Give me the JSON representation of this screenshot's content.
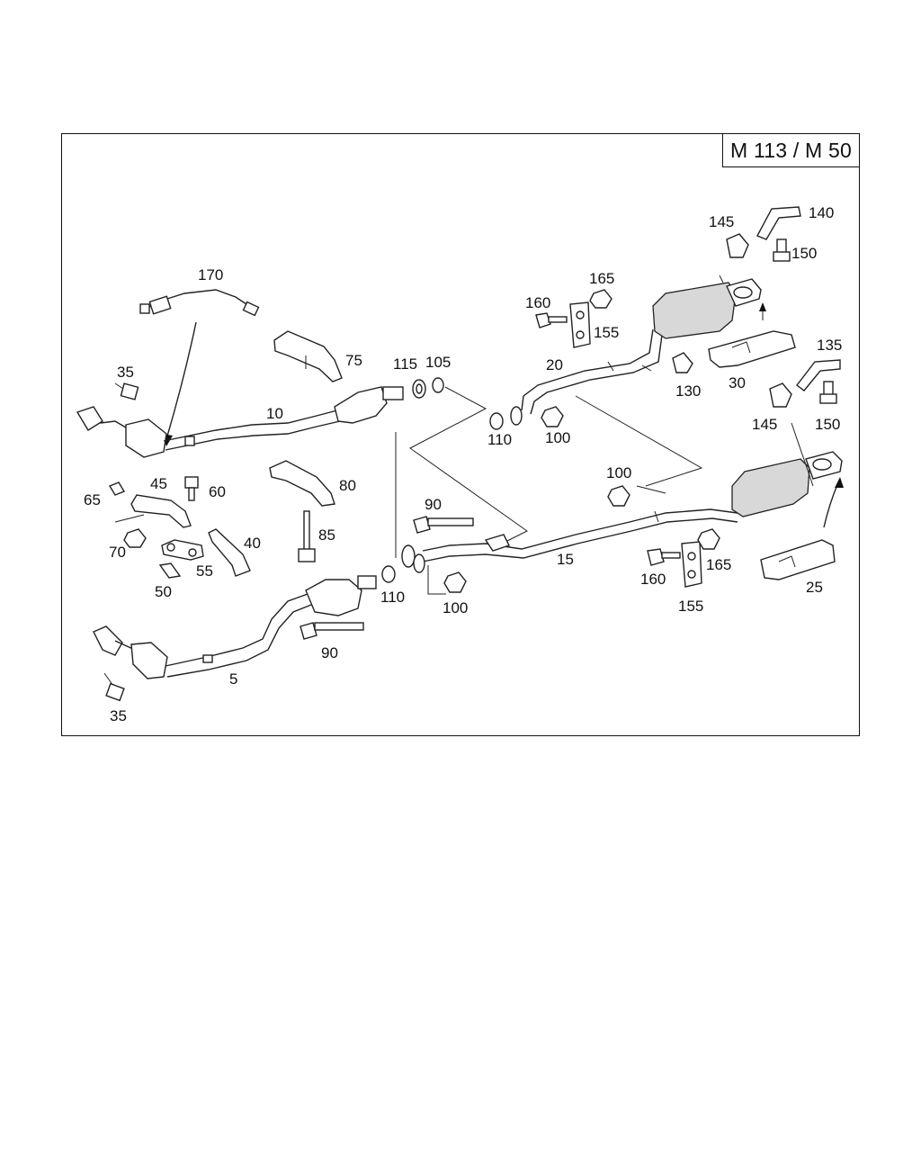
{
  "diagram": {
    "model_label": "M 113 / M 50",
    "parts": [
      {
        "id": "p170",
        "label": "170",
        "name": "oxygen sensor"
      },
      {
        "id": "p75",
        "label": "75",
        "name": "heat shield"
      },
      {
        "id": "p115",
        "label": "115",
        "name": "seal ring"
      },
      {
        "id": "p105",
        "label": "105",
        "name": "seal ring"
      },
      {
        "id": "p35a",
        "label": "35",
        "name": "bolt"
      },
      {
        "id": "p10",
        "label": "10",
        "name": "front pipe with catalyst right"
      },
      {
        "id": "p110a",
        "label": "110",
        "name": "ring"
      },
      {
        "id": "p100a",
        "label": "100",
        "name": "nut"
      },
      {
        "id": "p20",
        "label": "20",
        "name": "intermediate pipe left"
      },
      {
        "id": "p160a",
        "label": "160",
        "name": "bolt"
      },
      {
        "id": "p165a",
        "label": "165",
        "name": "nut"
      },
      {
        "id": "p155a",
        "label": "155",
        "name": "hanger"
      },
      {
        "id": "p145a",
        "label": "145",
        "name": "rubber mount"
      },
      {
        "id": "p140",
        "label": "140",
        "name": "bracket"
      },
      {
        "id": "p150a",
        "label": "150",
        "name": "bolt"
      },
      {
        "id": "p130",
        "label": "130",
        "name": "clamp"
      },
      {
        "id": "p30",
        "label": "30",
        "name": "tail pipe trim"
      },
      {
        "id": "p135",
        "label": "135",
        "name": "bracket"
      },
      {
        "id": "p145b",
        "label": "145",
        "name": "rubber mount"
      },
      {
        "id": "p150b",
        "label": "150",
        "name": "bolt"
      },
      {
        "id": "p45",
        "label": "45",
        "name": "bracket"
      },
      {
        "id": "p65",
        "label": "65",
        "name": "clip"
      },
      {
        "id": "p60",
        "label": "60",
        "name": "bolt"
      },
      {
        "id": "p80",
        "label": "80",
        "name": "heat shield"
      },
      {
        "id": "p100b",
        "label": "100",
        "name": "nut"
      },
      {
        "id": "p90a",
        "label": "90",
        "name": "bolt"
      },
      {
        "id": "p85",
        "label": "85",
        "name": "stud bolt"
      },
      {
        "id": "p70",
        "label": "70",
        "name": "nut"
      },
      {
        "id": "p40",
        "label": "40",
        "name": "bracket"
      },
      {
        "id": "p55",
        "label": "55",
        "name": "clamp"
      },
      {
        "id": "p50",
        "label": "50",
        "name": "clip"
      },
      {
        "id": "p15",
        "label": "15",
        "name": "intermediate pipe right"
      },
      {
        "id": "p160b",
        "label": "160",
        "name": "bolt"
      },
      {
        "id": "p165b",
        "label": "165",
        "name": "nut"
      },
      {
        "id": "p155b",
        "label": "155",
        "name": "hanger"
      },
      {
        "id": "p110b",
        "label": "110",
        "name": "ring"
      },
      {
        "id": "p100c",
        "label": "100",
        "name": "nut"
      },
      {
        "id": "p25",
        "label": "25",
        "name": "tail pipe trim"
      },
      {
        "id": "p90b",
        "label": "90",
        "name": "bolt"
      },
      {
        "id": "p5",
        "label": "5",
        "name": "front pipe with catalyst left"
      },
      {
        "id": "p35b",
        "label": "35",
        "name": "bolt"
      }
    ]
  }
}
